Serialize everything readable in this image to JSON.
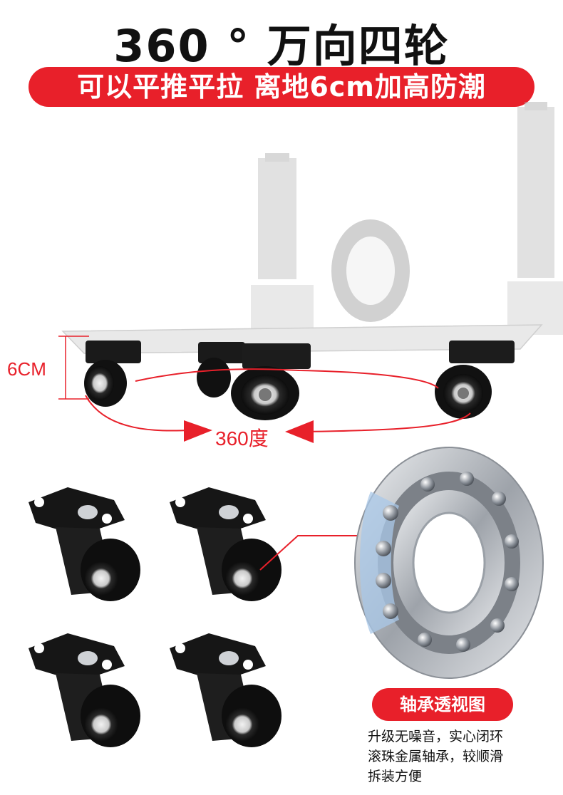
{
  "header": {
    "title": "360 ° 万向四轮",
    "subtitle": "可以平推平拉 离地6cm加高防潮"
  },
  "diagram": {
    "height_label": "6CM",
    "angle_label": "360度"
  },
  "bearing": {
    "caption": "轴承透视图",
    "description_lines": [
      "升级无噪音，实心闭环",
      "滚珠金属轴承，较顺滑",
      "拆装方便"
    ]
  },
  "colors": {
    "accent": "#e8202a",
    "caster_black": "#1a1a1a",
    "steel": "#b8bcc2",
    "frame_gray": "#d6d6d6"
  }
}
